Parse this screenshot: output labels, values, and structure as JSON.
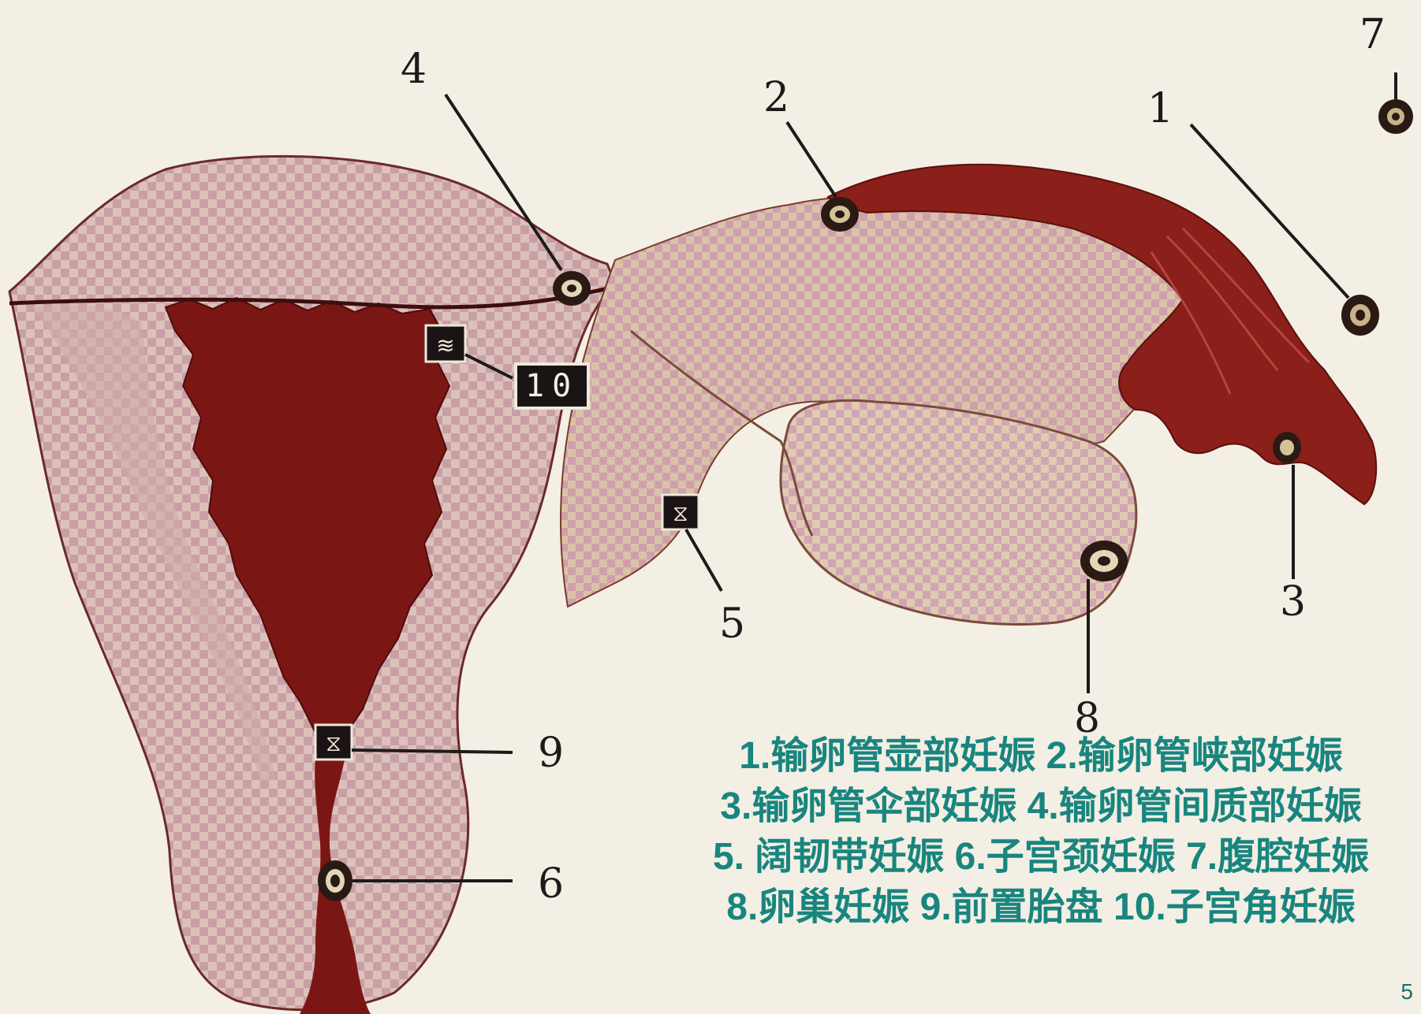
{
  "diagram": {
    "labels": [
      "1",
      "2",
      "3",
      "4",
      "5",
      "6",
      "7",
      "8",
      "9",
      "10"
    ],
    "colors": {
      "background": "#f3efe4",
      "uterus_wall": "#d8b9b4",
      "uterine_cavity": "#7a1714",
      "tube_tissue": "#8b1f1a",
      "ovary": "#d7b9bf",
      "caption_text": "#19857f"
    }
  },
  "caption": {
    "lines": [
      "1.输卵管壶部妊娠 2.输卵管峡部妊娠",
      "3.输卵管伞部妊娠 4.输卵管间质部妊娠",
      "5. 阔韧带妊娠 6.子宫颈妊娠 7.腹腔妊娠",
      "8.卵巢妊娠 9.前置胎盘 10.子宫角妊娠"
    ]
  },
  "slide": {
    "page_number": "5"
  }
}
